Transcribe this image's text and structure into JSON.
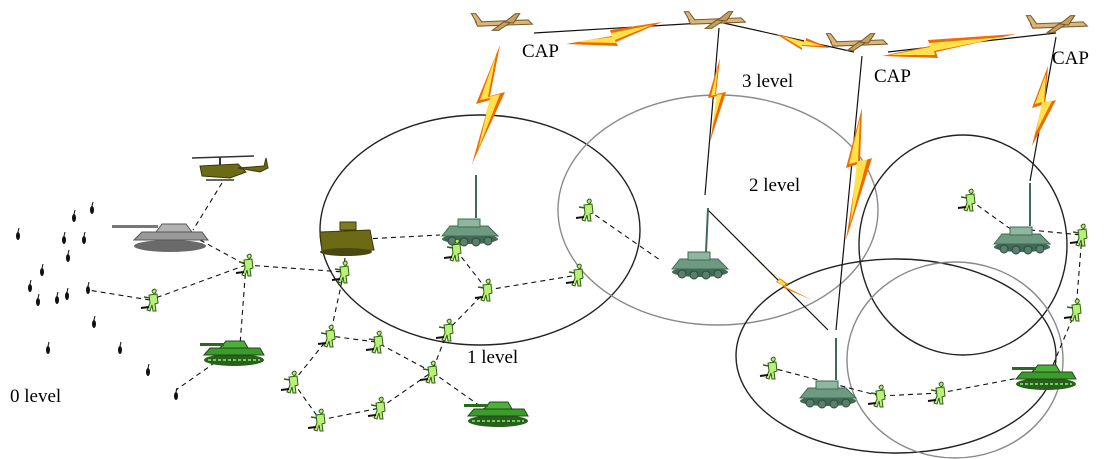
{
  "labels": {
    "cap_1": "CAP",
    "cap_2": "CAP",
    "cap_3": "CAP",
    "level_3": "3 level",
    "level_2": "2 level",
    "level_1": "1 level",
    "level_0": "0 level"
  },
  "colors": {
    "line": "#000000",
    "lightning_outer": "#f06a00",
    "lightning_inner": "#ffe14a",
    "soldier": "#b8f07a",
    "soldier_outline": "#2f5f10",
    "station_body": "#6f9a82",
    "station_dark": "#3f6a55",
    "tank_green": "#3d9a2d",
    "tank_grey": "#9a9a9a",
    "apc_olive": "#6d6a16",
    "uav_body": "#d9b77a",
    "uav_dark": "#7a5a2a",
    "mine": "#111111",
    "circle_dark": "#222222",
    "circle_grey": "#8a8a8a"
  },
  "icons": {
    "uav": "uav-icon",
    "radio_station": "radio-station-icon",
    "soldier": "soldier-icon",
    "tank": "tank-icon",
    "apc": "apc-icon",
    "helicopter": "helicopter-icon",
    "sensor": "sensor-icon",
    "radio_link": "lightning-link-icon"
  }
}
